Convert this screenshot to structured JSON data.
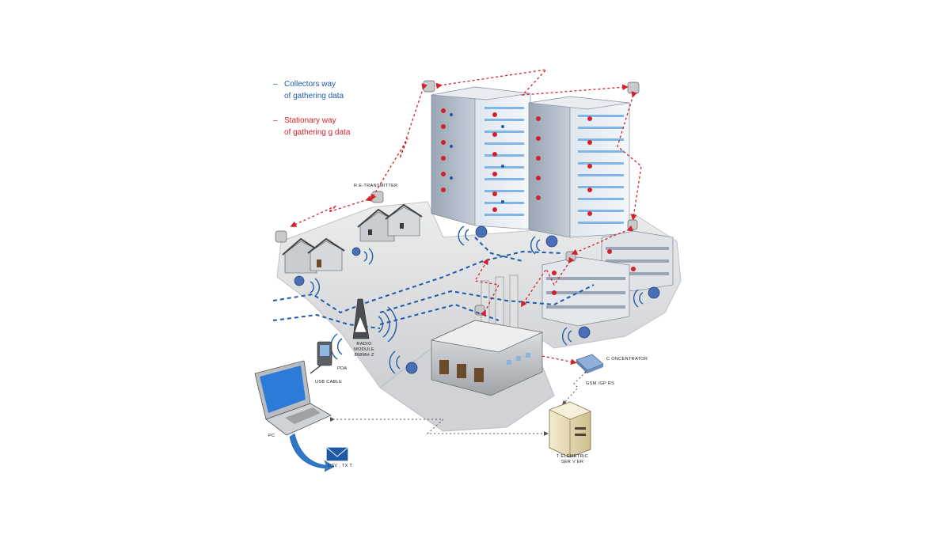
{
  "legend": {
    "collectors_line1": "Collectors way",
    "collectors_line2": "of gathering data",
    "stationary_line1": "Stationary way",
    "stationary_line2": "of gathering g data",
    "dash": "–"
  },
  "labels": {
    "retransmitter": "R E-TRANSMITTER",
    "radio_line1": "RADIO",
    "radio_line2": "MODULE",
    "radio_line3": "868MH Z",
    "pda": "PDA",
    "usb": "USB  CABLE",
    "pc": "PC",
    "csv": "CSV  , TX  T",
    "concentrator": "C ONCENTRATOR",
    "gsm": "GSM /GP RS",
    "server_line1": "T ELEMETRIC",
    "server_line2": "SER  V ER"
  },
  "colors": {
    "collectors": "#1f5aa6",
    "stationary": "#d4202a",
    "ground": "#d9dadc",
    "building": "#cfd7e2",
    "window": "#7fb6e6"
  },
  "icons": [
    "retransmitter-icon",
    "water-meter-icon",
    "radio-module-icon",
    "pda-icon",
    "laptop-icon",
    "email-icon",
    "concentrator-icon",
    "server-icon",
    "factory-icon",
    "apartment-building-icon",
    "house-icon"
  ]
}
